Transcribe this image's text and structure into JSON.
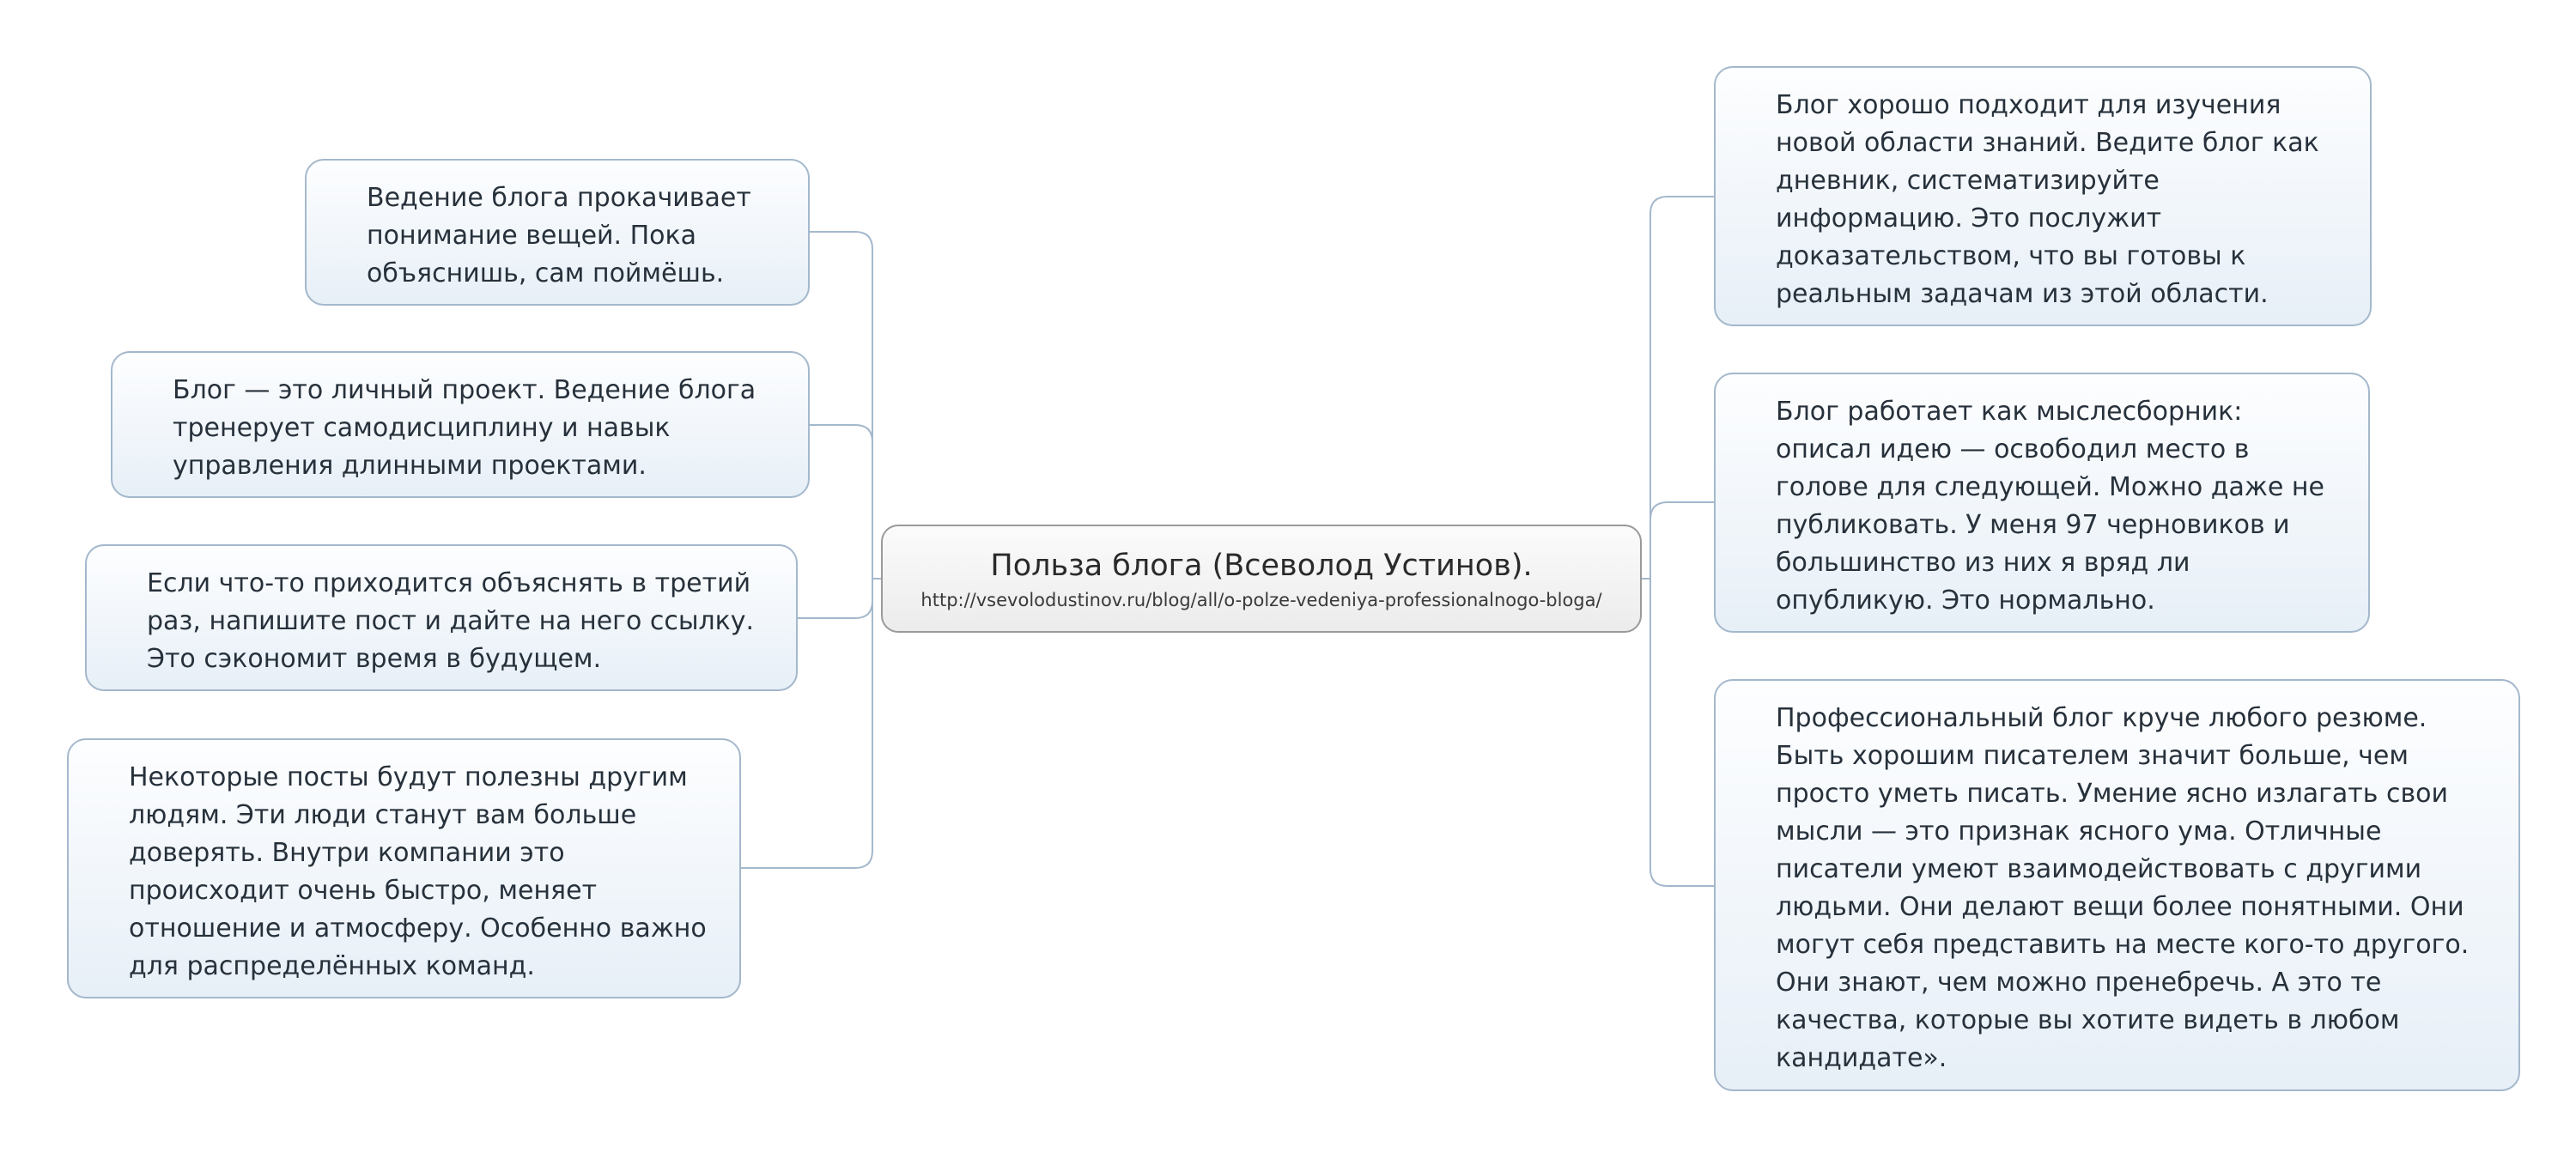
{
  "center": {
    "title": "Польза блога (Всеволод Устинов).",
    "url": "http://vsevolodustinov.ru/blog/all/o-polze-vedeniya-professionalnogo-bloga/"
  },
  "left_nodes": [
    "Ведение блога прокачивает понимание вещей. Пока объяснишь, сам поймёшь.",
    "Блог — это личный проект. Ведение блога тренерует самодисциплину и навык управления длинными проектами.",
    "Если что-то приходится объяснять в третий раз, напишите пост и дайте на него ссылку. Это сэкономит время в будущем.",
    "Некоторые посты будут полезны другим людям. Эти люди станут вам больше доверять. Внутри компании это происходит очень быстро, меняет отношение и атмосферу. Особенно важно для распределённых команд."
  ],
  "right_nodes": [
    "Блог хорошо подходит для изучения новой области знаний. Ведите блог как дневник, систематизируйте информацию. Это послужит доказательством, что вы готовы к реальным задачам из этой области.",
    "Блог работает как мыслесборник: описал идею — освободил место в голове для следующей. Можно даже не публиковать. У меня 97 черновиков и большинство из них я вряд ли опубликую. Это нормально.",
    "Профессиональный блог круче любого резюме. Быть хорошим писателем значит больше, чем просто уметь писать. Умение ясно излагать свои мысли — это признак ясного ума. Отличные писатели умеют взаимодействовать с другими людьми. Они делают вещи более понятными. Они могут себя представить на месте кого-то другого. Они знают, чем можно пренебречь. А это те качества, которые вы хотите видеть в любом кандидате»."
  ],
  "colors": {
    "connector": "#a4b8cc",
    "node_border": "#a4b8cc",
    "center_border": "#9a9a9a"
  }
}
